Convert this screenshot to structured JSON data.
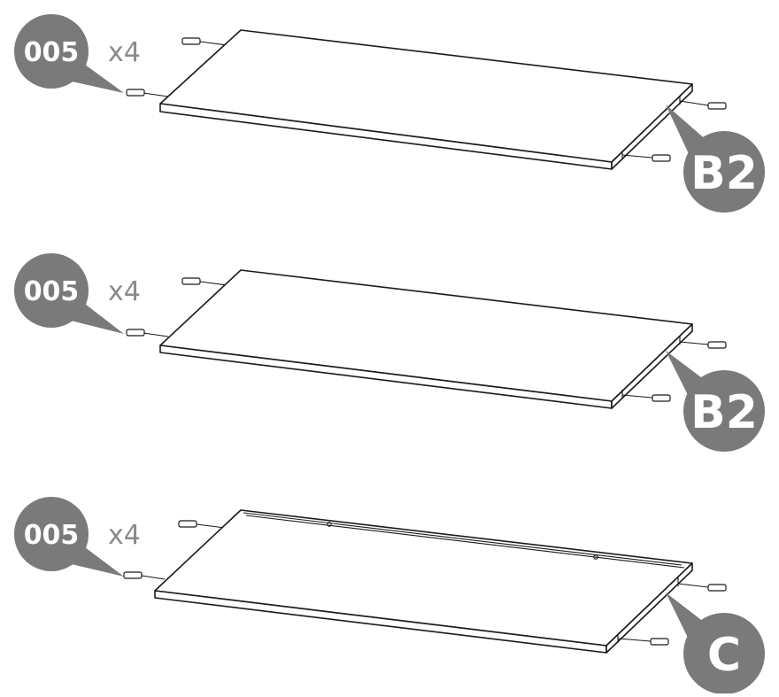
{
  "steps": [
    {
      "hardware_code": "005",
      "quantity": "x4",
      "part_label": "B2",
      "panel": "plain"
    },
    {
      "hardware_code": "005",
      "quantity": "x4",
      "part_label": "B2",
      "panel": "plain"
    },
    {
      "hardware_code": "005",
      "quantity": "x4",
      "part_label": "C",
      "panel": "grooved"
    }
  ],
  "colors": {
    "callout": "#7a7a7a",
    "quantity_text": "#8a8a8a",
    "line": "#1a1a1a"
  },
  "icons": {
    "dowel": "wooden-dowel-icon"
  }
}
